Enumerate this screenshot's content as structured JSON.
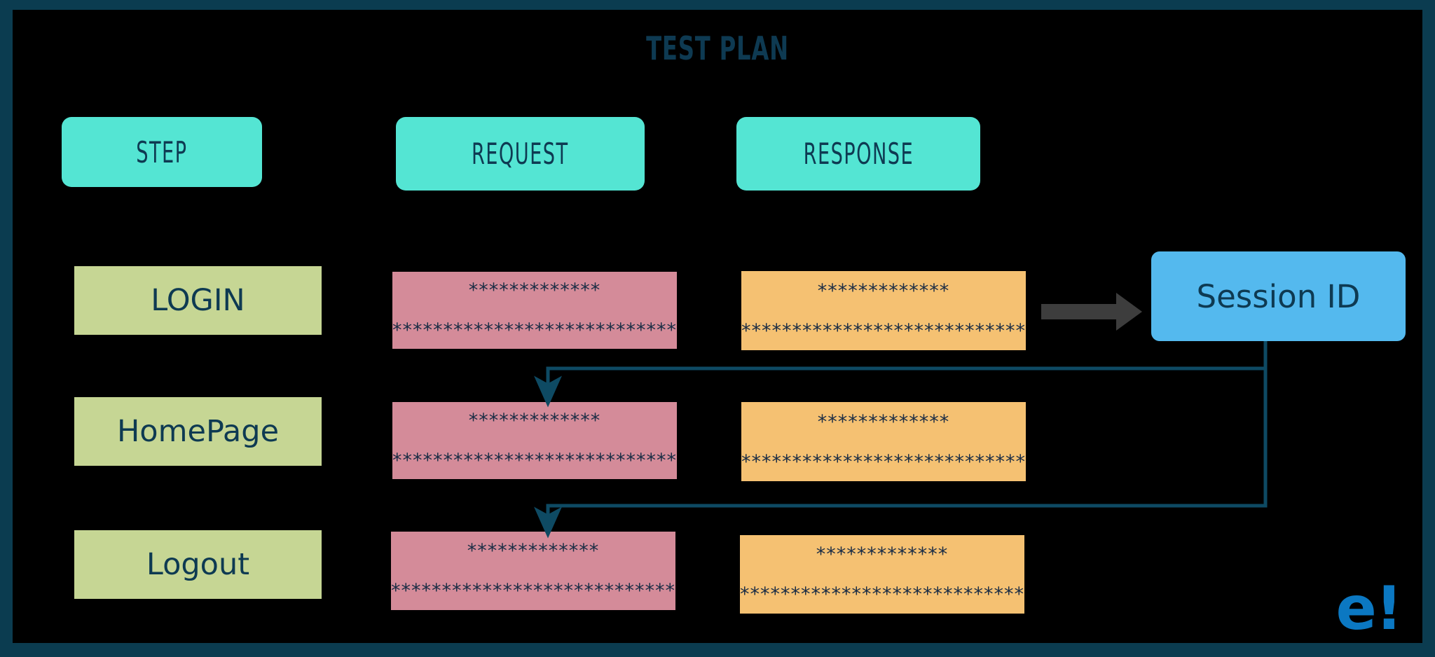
{
  "diagram": {
    "title": "TEST PLAN",
    "background_color": "#000000",
    "border_color": "#0b3c50",
    "accent_color": "#0e3a52"
  },
  "columns": [
    {
      "label": "STEP",
      "color": "#54e5d3"
    },
    {
      "label": "REQUEST",
      "color": "#54e5d3"
    },
    {
      "label": "RESPONSE",
      "color": "#54e5d3"
    }
  ],
  "rows": [
    {
      "step": "LOGIN",
      "step_color": "#c6d694",
      "request": {
        "line1": "*************",
        "line2": "****************************",
        "color": "#d48b99"
      },
      "response": {
        "line1": "*************",
        "line2": "****************************",
        "color": "#f5c172"
      }
    },
    {
      "step": "HomePage",
      "step_color": "#c6d694",
      "request": {
        "line1": "*************",
        "line2": "****************************",
        "color": "#d48b99"
      },
      "response": {
        "line1": "*************",
        "line2": "****************************",
        "color": "#f5c172"
      }
    },
    {
      "step": "Logout",
      "step_color": "#c6d694",
      "request": {
        "line1": "*************",
        "line2": "****************************",
        "color": "#d48b99"
      },
      "response": {
        "line1": "*************",
        "line2": "****************************",
        "color": "#f5c172"
      }
    }
  ],
  "session": {
    "label": "Session ID",
    "color": "#54b9ee",
    "inbound_arrow_color": "#3d3d3d"
  },
  "connectors": {
    "color": "#0e4a63",
    "description": "Session ID feeds into HomePage request and Logout request"
  },
  "logo": {
    "text": "e!",
    "color": "#0b78c2"
  }
}
